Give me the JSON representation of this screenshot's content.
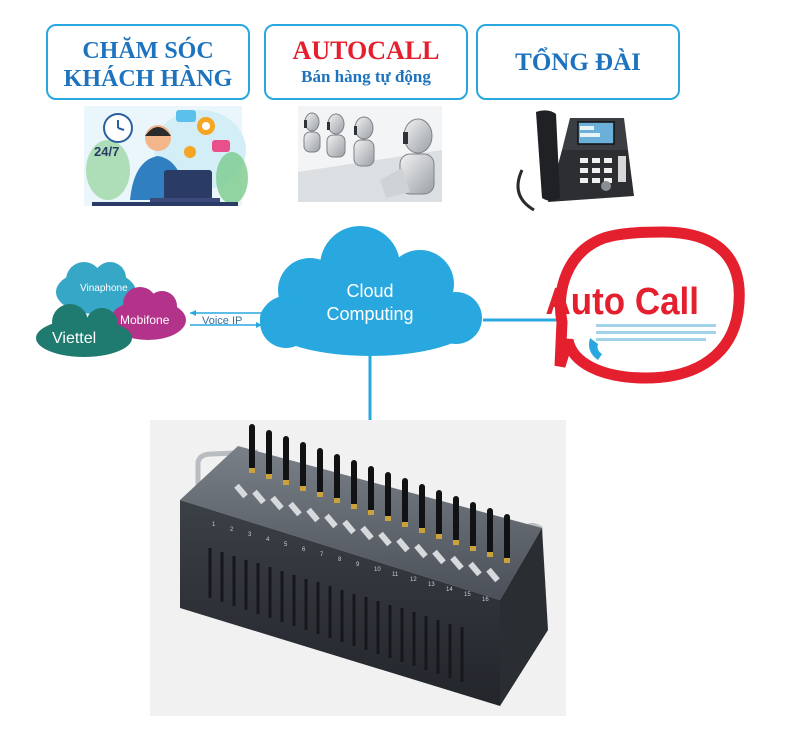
{
  "boxes": {
    "care_line1": "CHĂM SÓC",
    "care_line2": "KHÁCH HÀNG",
    "autocall_title": "AUTOCALL",
    "autocall_sub": "Bán hàng tự động",
    "switchboard": "TỔNG ĐÀI"
  },
  "carriers": {
    "top": "Vinaphone",
    "middle": "Mobifone",
    "bottom": "Viettel"
  },
  "link_label": "Voice IP",
  "cloud": {
    "line1": "Cloud",
    "line2": "Computing"
  },
  "support_badge": "24/7",
  "autocall_logo": "Auto Call",
  "gateway_ports": [
    "1",
    "2",
    "3",
    "4",
    "5",
    "6",
    "7",
    "8",
    "9",
    "10",
    "11",
    "12",
    "13",
    "14",
    "15",
    "16"
  ],
  "colors": {
    "accent": "#29a8e0",
    "title_blue": "#1e73be",
    "brand_red": "#e5202e"
  }
}
